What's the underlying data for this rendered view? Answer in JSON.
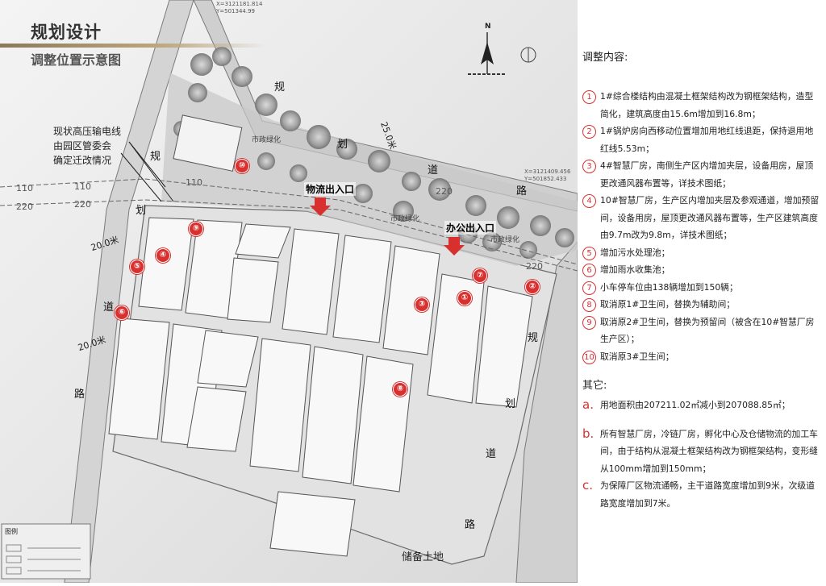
{
  "header": {
    "title": "规划设计",
    "subtitle": "调整位置示意图"
  },
  "map": {
    "annotation_lines": [
      "现状高压输电线",
      "由园区管委会",
      "确定迁改情况"
    ],
    "entrances": {
      "logistics": "物流出入口",
      "office": "办公出入口"
    },
    "road_labels": [
      "规",
      "划",
      "道",
      "路"
    ],
    "road_width_labels": [
      "20.0米",
      "20.0米",
      "25.0米"
    ],
    "power_labels": [
      "110",
      "110",
      "220",
      "220",
      "110",
      "220",
      "220"
    ],
    "reserve_land": "储备土地",
    "compass_letter": "N",
    "coord_top": [
      "X=3121181.814",
      "Y=501344.99"
    ],
    "coord_right": [
      "X=3121409.456",
      "Y=501852.433"
    ],
    "legend_title": "图例",
    "markers": [
      "①",
      "②",
      "③",
      "④",
      "⑤",
      "⑥",
      "⑦",
      "⑧",
      "⑨",
      "⑩"
    ],
    "greenery_labels": [
      "市政绿化",
      "市政绿化",
      "市政绿化"
    ]
  },
  "panel": {
    "heading": "调整内容:",
    "items": [
      {
        "num": "1",
        "text": "1#综合楼结构由混凝土框架结构改为钢框架结构，造型简化，建筑高度由15.6m增加到16.8m；"
      },
      {
        "num": "2",
        "text": "1#锅炉房向西移动位置增加用地红线退距，保持退用地红线5.53m；"
      },
      {
        "num": "3",
        "text": "4#智慧厂房，南侧生产区内增加夹层，设备用房，屋顶更改通风器布置等，详技术图纸；"
      },
      {
        "num": "4",
        "text": "10#智慧厂房，生产区内增加夹层及参观通道，增加预留间，设备用房，屋顶更改通风器布置等，生产区建筑高度由9.7m改为9.8m，详技术图纸；"
      },
      {
        "num": "5",
        "text": "增加污水处理池；"
      },
      {
        "num": "6",
        "text": "增加雨水收集池；"
      },
      {
        "num": "7",
        "text": "小车停车位由138辆增加到150辆；"
      },
      {
        "num": "8",
        "text": "取消原1#卫生间，替换为辅助间；"
      },
      {
        "num": "9",
        "text": "取消原2#卫生间，替换为预留间（被含在10#智慧厂房生产区）；"
      },
      {
        "num": "10",
        "text": "取消原3#卫生间；"
      }
    ],
    "other_heading": "其它:",
    "others": [
      {
        "letter": "a.",
        "text": "用地面积由207211.02㎡减小到207088.85㎡；"
      },
      {
        "letter": "b.",
        "text": "所有智慧厂房，冷链厂房，孵化中心及仓储物流的加工车间，由于结构从混凝土框架结构改为钢框架结构，变形缝从100mm增加到150mm；"
      },
      {
        "letter": "c.",
        "text": "为保障厂区物流通畅，主干道路宽度增加到9米，次级道路宽度增加到7米。"
      }
    ]
  }
}
